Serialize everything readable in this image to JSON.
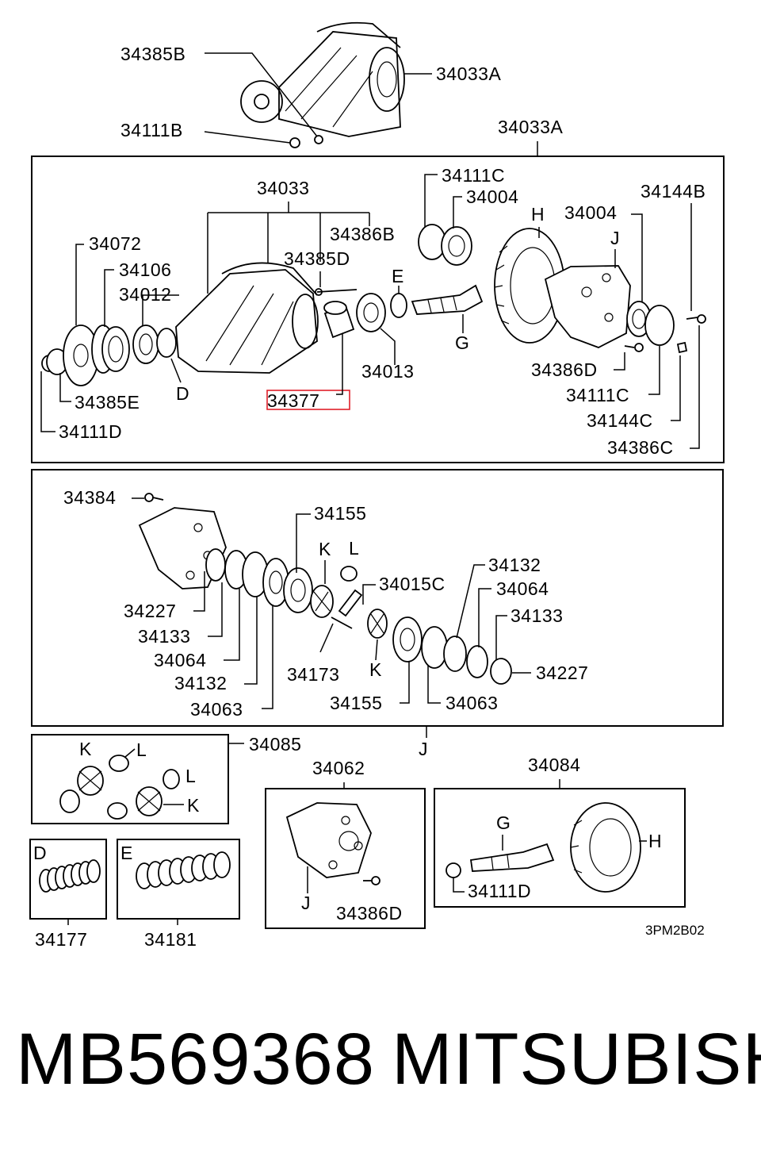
{
  "labels": {
    "top_34385B": "34385B",
    "top_34033A": "34033A",
    "top_34111B": "34111B",
    "frame1_34033A": "34033A",
    "l_34033": "34033",
    "l_34111C_a": "34111C",
    "l_34004_a": "34004",
    "l_34144B": "34144B",
    "l_H_a": "H",
    "l_34004_b": "34004",
    "l_J_a": "J",
    "l_34386B": "34386B",
    "l_34072": "34072",
    "l_34385D": "34385D",
    "l_34106": "34106",
    "l_E_a": "E",
    "l_34012": "34012",
    "l_G_a": "G",
    "l_34013": "34013",
    "l_34386D_a": "34386D",
    "l_D_a": "D",
    "l_34385E": "34385E",
    "l_34377": "34377",
    "l_34111C_b": "34111C",
    "l_34144C": "34144C",
    "l_34111D_a": "34111D",
    "l_34386C": "34386C",
    "f2_34384": "34384",
    "f2_34155_a": "34155",
    "f2_K_a": "K",
    "f2_L_a": "L",
    "f2_34015C": "34015C",
    "f2_34132_a": "34132",
    "f2_34064_a": "34064",
    "f2_34133_a": "34133",
    "f2_34227_a": "34227",
    "f2_34133_b": "34133",
    "f2_34227_b": "34227",
    "f2_34064_b": "34064",
    "f2_34132_b": "34132",
    "f2_34173": "34173",
    "f2_K_b": "K",
    "f2_34063_a": "34063",
    "f2_34155_b": "34155",
    "f2_34063_b": "34063",
    "f3_34085": "34085",
    "f3_J": "J",
    "f3_K_a": "K",
    "f3_L_a": "L",
    "f3_L_b": "L",
    "f3_K_b": "K",
    "f4_34062": "34062",
    "f4_J": "J",
    "f4_34386D": "34386D",
    "f5_34084": "34084",
    "f5_G": "G",
    "f5_H": "H",
    "f5_34111D": "34111D",
    "f6_D": "D",
    "f6_34177": "34177",
    "f7_E": "E",
    "f7_34181": "34181",
    "code": "3PM2B02"
  },
  "footer": {
    "part_number": "MB569368",
    "brand": "MITSUBISHI"
  },
  "highlight": {
    "part": "34377",
    "color": "#e0202a"
  }
}
